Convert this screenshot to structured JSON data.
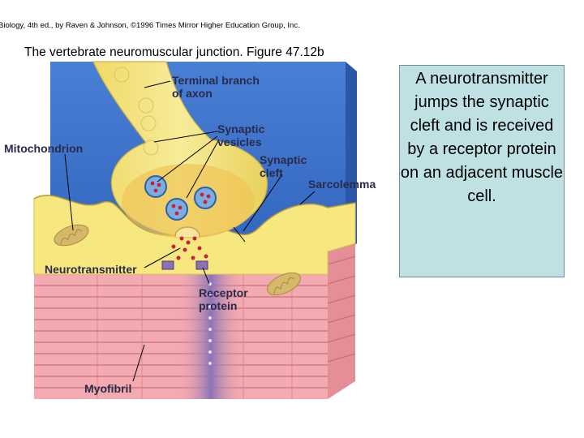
{
  "header": {
    "credit": "Biology, 4th ed., by Raven & Johnson, ©1996 Times Mirror Higher Education Group, Inc.",
    "title": "The vertebrate neuromuscular junction. Figure 47.12b"
  },
  "diagram": {
    "labels": {
      "terminal_branch_line1": "Terminal branch",
      "terminal_branch_line2": "of axon",
      "synaptic_vesicles_line1": "Synaptic",
      "synaptic_vesicles_line2": "vesicles",
      "synaptic_cleft_line1": "Synaptic",
      "synaptic_cleft_line2": "cleft",
      "mitochondrion": "Mitochondrion",
      "sarcolemma": "Sarcolemma",
      "neurotransmitter": "Neurotransmitter",
      "receptor_line1": "Receptor",
      "receptor_line2": "protein",
      "myofibril": "Myofibril"
    },
    "colors": {
      "background_blue": "#3d6fc9",
      "axon_yellow": "#f3e27a",
      "muscle_yellow": "#f6e87e",
      "myofibril_pink": "#f1a6ad",
      "vesicle_red": "#c8203c",
      "receptor_purple": "#8a72b4"
    }
  },
  "callout": {
    "text": "A neurotransmitter jumps the synaptic cleft and is received by a receptor protein on an adjacent muscle cell."
  }
}
